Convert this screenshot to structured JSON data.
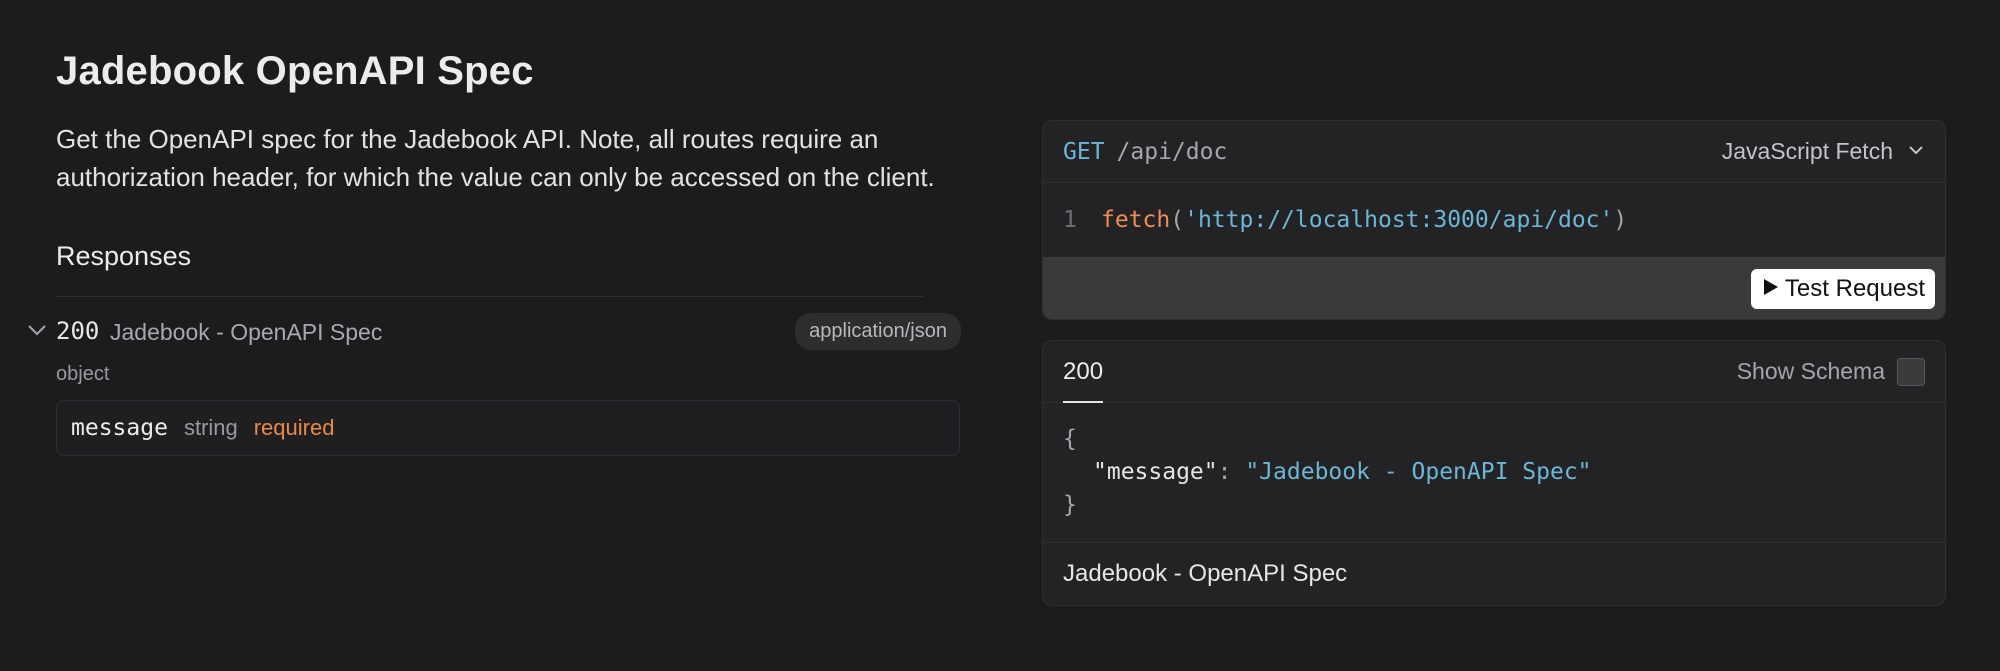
{
  "page": {
    "title": "Jadebook OpenAPI Spec",
    "description": "Get the OpenAPI spec for the Jadebook API. Note, all routes require an authorization header, for which the value can only be accessed on the client.",
    "responses_heading": "Responses"
  },
  "response": {
    "code": "200",
    "description": "Jadebook - OpenAPI Spec",
    "content_type": "application/json",
    "schema_type": "object",
    "fields": [
      {
        "name": "message",
        "type": "string",
        "required": "required"
      }
    ]
  },
  "request": {
    "method": "GET",
    "path": "/api/doc",
    "language": "JavaScript Fetch",
    "code": {
      "line_number": "1",
      "fn": "fetch",
      "open": "(",
      "url": "'http://localhost:3000/api/doc'",
      "close": ")"
    },
    "test_button_label": "Test Request"
  },
  "example": {
    "tab_label": "200",
    "show_schema_label": "Show Schema",
    "json_open": "{",
    "json_key": "\"message\"",
    "json_colon": ": ",
    "json_value": "\"Jadebook - OpenAPI Spec\"",
    "json_close": "}",
    "footer_description": "Jadebook - OpenAPI Spec"
  },
  "icons": {
    "chevron": "chevron-down-icon",
    "play": "play-icon"
  },
  "colors": {
    "background": "#1c1c1e",
    "accent_blue": "#6cb6d6",
    "accent_orange": "#ee8d55",
    "required_orange": "#e8894a"
  }
}
